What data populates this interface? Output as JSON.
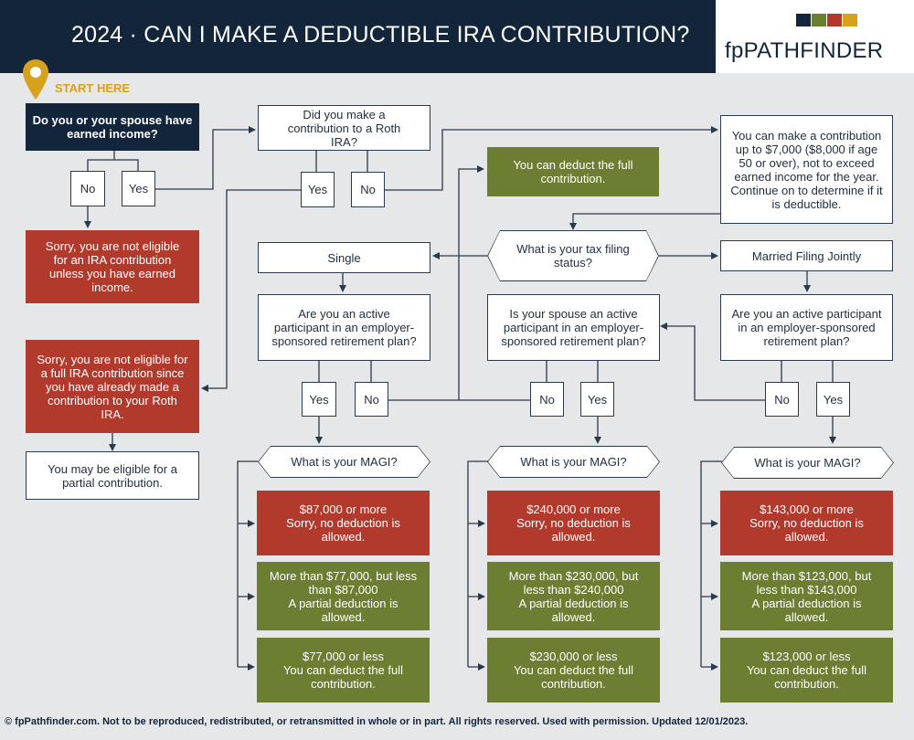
{
  "header": {
    "title": "2024 · CAN I MAKE A DEDUCTIBLE IRA CONTRIBUTION?",
    "logo_text": "fpPATHFINDER",
    "logo_colors": [
      "#13253b",
      "#6b7e32",
      "#b23a2d",
      "#d6a21c"
    ]
  },
  "start": {
    "label": "START HERE",
    "pin_color": "#d6a21c"
  },
  "colors": {
    "navy": "#13253b",
    "red": "#b23a2d",
    "green": "#6b7e32",
    "gold": "#d6a21c",
    "background": "#e6e7e8"
  },
  "nodes": {
    "q_earned_income": "Do you or your spouse have earned income?",
    "earned_no": "No",
    "earned_yes": "Yes",
    "not_eligible_no_income": "Sorry, you are not eligible for an IRA contribution unless you have earned income.",
    "q_roth": "Did you make a contribution to a Roth IRA?",
    "roth_yes": "Yes",
    "roth_no": "No",
    "not_eligible_roth": "Sorry, you are not eligible for a full IRA contribution since you have already made a contribution to your Roth IRA.",
    "partial_eligible": "You may be eligible for a partial contribution.",
    "can_contribute": "You can make a contribution up to $7,000 ($8,000 if age 50 or over), not to exceed earned income for the year. Continue on to determine if it is deductible.",
    "deduct_full_top": "You can deduct the full contribution.",
    "q_filing_status": "What is your tax filing status?",
    "single": "Single",
    "mfj": "Married Filing Jointly",
    "q_single_participant": "Are you an active participant in an employer-sponsored retirement plan?",
    "single_yes": "Yes",
    "single_no": "No",
    "q_spouse_participant": "Is your spouse an active participant in an employer-sponsored retirement plan?",
    "spouse_no": "No",
    "spouse_yes": "Yes",
    "q_mfj_participant": "Are you an active participant in an employer-sponsored retirement plan?",
    "mfj_no": "No",
    "mfj_yes": "Yes"
  },
  "magi_columns": [
    {
      "question": "What is your MAGI?",
      "no_deduction": "$87,000 or more\nSorry, no deduction is allowed.",
      "partial": "More than $77,000, but less than $87,000\nA partial deduction is allowed.",
      "full": "$77,000 or less\nYou can deduct the full contribution."
    },
    {
      "question": "What is your MAGI?",
      "no_deduction": "$240,000 or more\nSorry, no deduction is allowed.",
      "partial": "More than $230,000, but less than $240,000\nA partial deduction is allowed.",
      "full": "$230,000 or less\nYou can deduct the full contribution."
    },
    {
      "question": "What is your MAGI?",
      "no_deduction": "$143,000 or more\nSorry, no deduction is allowed.",
      "partial": "More than $123,000, but less than $143,000\nA partial deduction is allowed.",
      "full": "$123,000 or less\nYou can deduct the full contribution."
    }
  ],
  "footer": "© fpPathfinder.com. Not to be reproduced, redistributed, or retransmitted in whole or in part. All rights reserved. Used with permission. Updated 12/01/2023."
}
